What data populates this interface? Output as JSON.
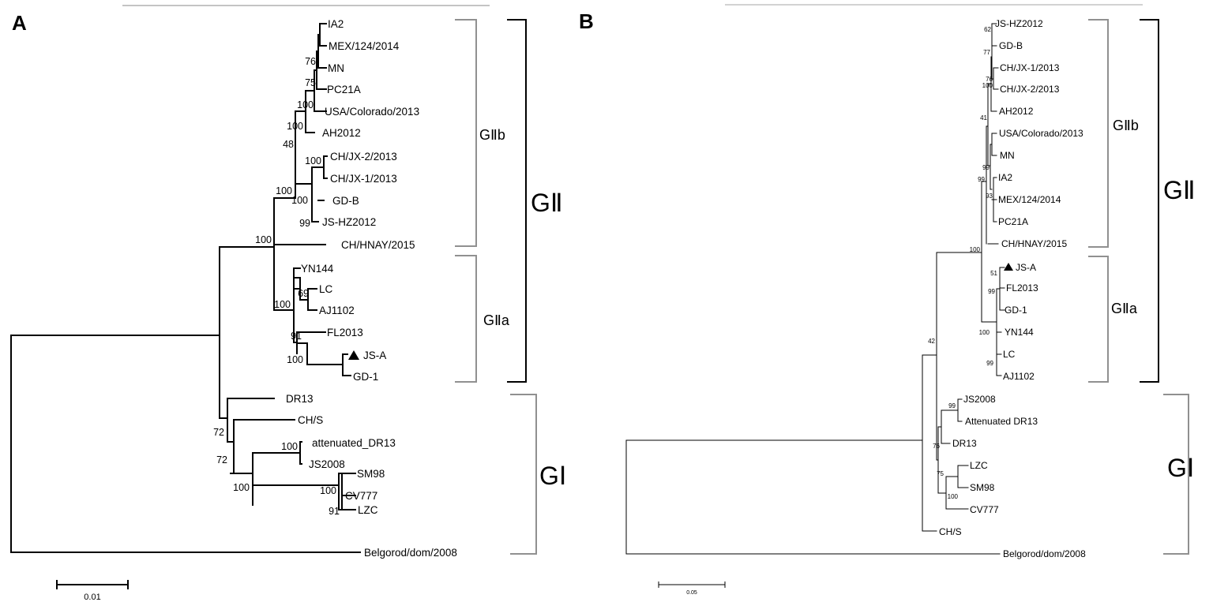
{
  "panels": [
    {
      "id": "A",
      "letter": "A",
      "taxa": [
        {
          "name": "IA2"
        },
        {
          "name": "MEX/124/2014"
        },
        {
          "name": "MN"
        },
        {
          "name": "PC21A"
        },
        {
          "name": "USA/Colorado/2013"
        },
        {
          "name": "AH2012"
        },
        {
          "name": "CH/JX-2/2013"
        },
        {
          "name": "CH/JX-1/2013"
        },
        {
          "name": "GD-B"
        },
        {
          "name": "JS-HZ2012"
        },
        {
          "name": "CH/HNAY/2015"
        },
        {
          "name": "YN144"
        },
        {
          "name": "LC"
        },
        {
          "name": "AJ1102"
        },
        {
          "name": "FL2013"
        },
        {
          "name": "JS-A",
          "marker": "triangle"
        },
        {
          "name": "GD-1"
        },
        {
          "name": "DR13"
        },
        {
          "name": "CH/S"
        },
        {
          "name": "attenuated_DR13"
        },
        {
          "name": "JS2008"
        },
        {
          "name": "SM98"
        },
        {
          "name": "CV777"
        },
        {
          "name": "LZC"
        },
        {
          "name": "Belgorod/dom/2008"
        }
      ],
      "bootstrap": [
        "76",
        "75",
        "100",
        "100",
        "48",
        "100",
        "100",
        "100",
        "99",
        "100",
        "69",
        "100",
        "91",
        "100",
        "72",
        "72",
        "100",
        "100",
        "100",
        "91"
      ],
      "subgroups": [
        "GⅡb",
        "GⅡa"
      ],
      "groups": [
        "GⅡ",
        "GⅠ"
      ],
      "scale_label": "0.01"
    },
    {
      "id": "B",
      "letter": "B",
      "taxa": [
        {
          "name": "JS-HZ2012"
        },
        {
          "name": "GD-B"
        },
        {
          "name": "CH/JX-1/2013"
        },
        {
          "name": "CH/JX-2/2013"
        },
        {
          "name": "AH2012"
        },
        {
          "name": "USA/Colorado/2013"
        },
        {
          "name": "MN"
        },
        {
          "name": "IA2"
        },
        {
          "name": "MEX/124/2014"
        },
        {
          "name": "PC21A"
        },
        {
          "name": "CH/HNAY/2015"
        },
        {
          "name": "JS-A",
          "marker": "triangle"
        },
        {
          "name": "FL2013"
        },
        {
          "name": "GD-1"
        },
        {
          "name": "YN144"
        },
        {
          "name": "LC"
        },
        {
          "name": "AJ1102"
        },
        {
          "name": "JS2008"
        },
        {
          "name": "Attenuated DR13"
        },
        {
          "name": "DR13"
        },
        {
          "name": "LZC"
        },
        {
          "name": "SM98"
        },
        {
          "name": "CV777"
        },
        {
          "name": "CH/S"
        },
        {
          "name": "Belgorod/dom/2008"
        }
      ],
      "bootstrap": [
        "62",
        "77",
        "76",
        "100",
        "41",
        "99",
        "99",
        "93",
        "100",
        "51",
        "99",
        "100",
        "99",
        "42",
        "99",
        "76",
        "75",
        "100"
      ],
      "subgroups": [
        "GⅡb",
        "GⅡa"
      ],
      "groups": [
        "GⅡ",
        "GⅠ"
      ],
      "scale_label": "0.05"
    }
  ]
}
